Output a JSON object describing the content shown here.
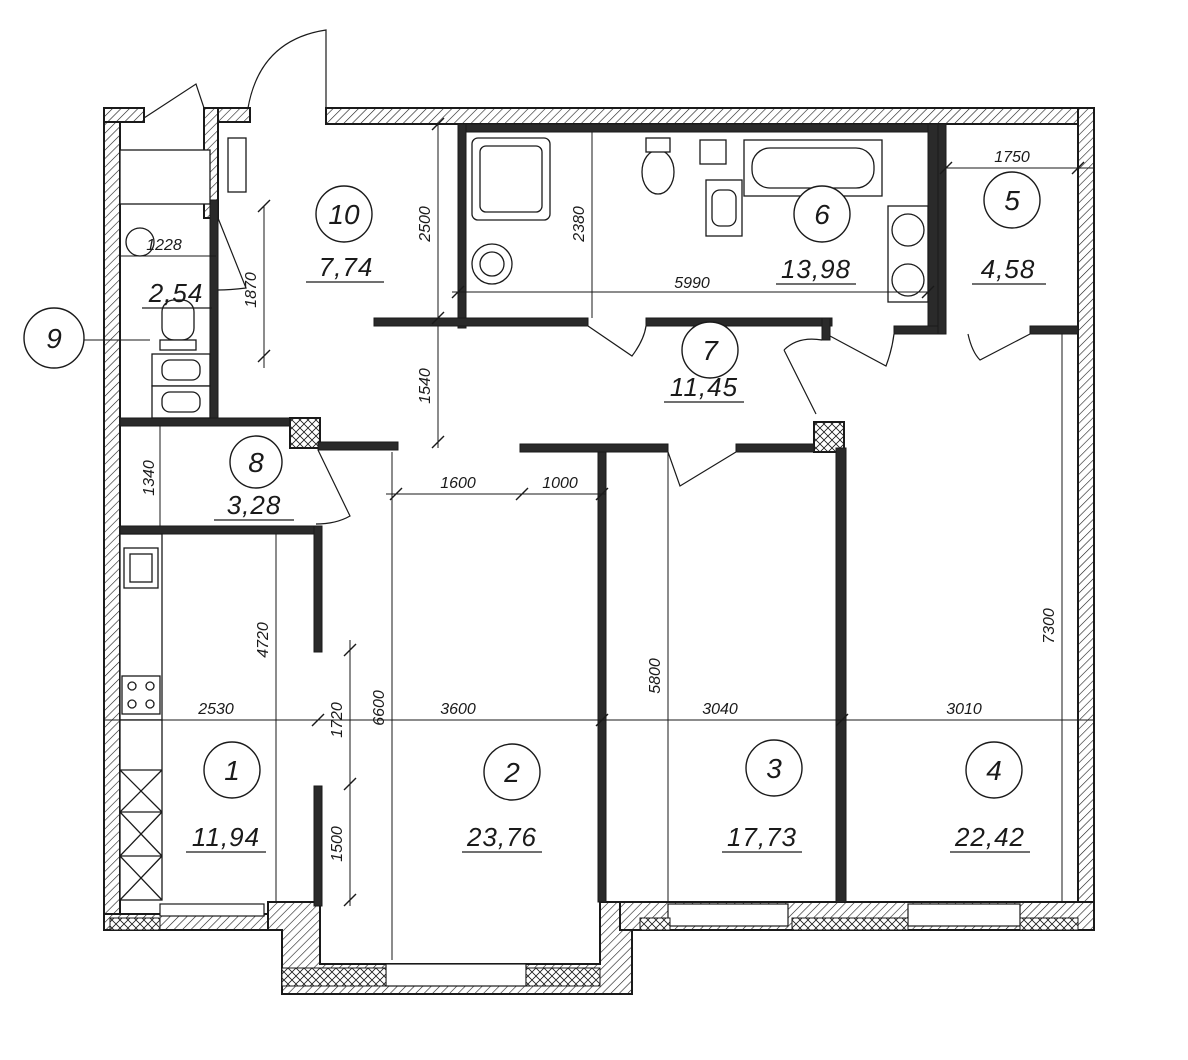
{
  "rooms": [
    {
      "number": "1",
      "area": "11,94"
    },
    {
      "number": "2",
      "area": "23,76"
    },
    {
      "number": "3",
      "area": "17,73"
    },
    {
      "number": "4",
      "area": "22,42"
    },
    {
      "number": "5",
      "area": "4,58"
    },
    {
      "number": "6",
      "area": "13,98"
    },
    {
      "number": "7",
      "area": "11,45"
    },
    {
      "number": "8",
      "area": "3,28"
    },
    {
      "number": "9",
      "area": "2,54"
    },
    {
      "number": "10",
      "area": "7,74"
    }
  ],
  "dimensions": {
    "d1750": "1750",
    "d2500": "2500",
    "d2380": "2380",
    "d5990": "5990",
    "d1228": "1228",
    "d1870": "1870",
    "d1540": "1540",
    "d1340": "1340",
    "d1600": "1600",
    "d1000": "1000",
    "d4720": "4720",
    "d5800": "5800",
    "d7300": "7300",
    "d2530": "2530",
    "d3600": "3600",
    "d3040": "3040",
    "d3010": "3010",
    "d1720": "1720",
    "d6600": "6600",
    "d1500": "1500"
  }
}
